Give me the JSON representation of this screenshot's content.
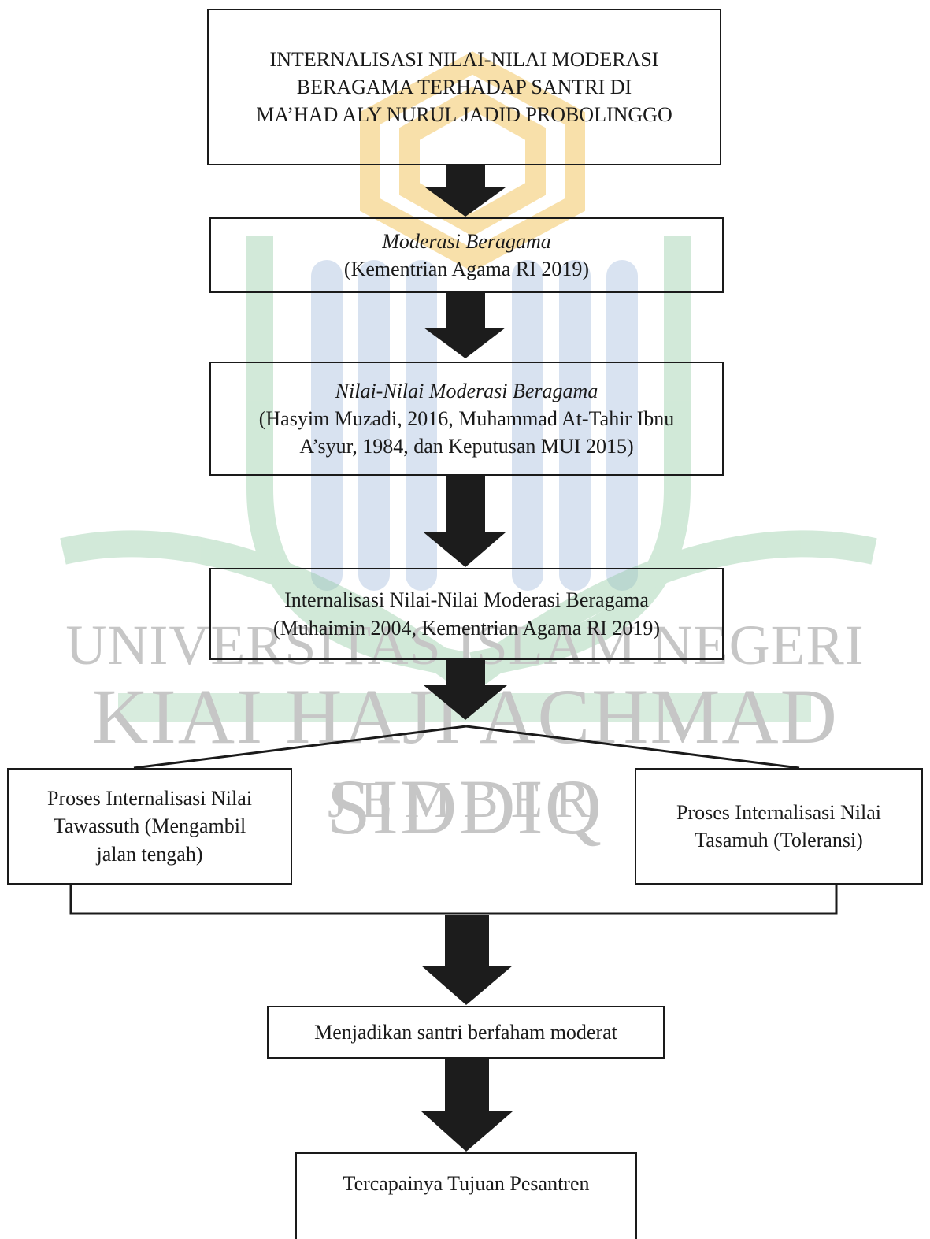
{
  "watermark": {
    "line1": "UNIVERSITAS ISLAM NEGERI",
    "line2": "KIAI HAJI ACHMAD SIDDIQ",
    "line3": "JEMBER",
    "colors": {
      "gold": "#f3c766",
      "green": "#8fc9a0",
      "blue": "#9fb8dc",
      "text": "#c9c9c9"
    }
  },
  "boxes": {
    "title": {
      "line1": "INTERNALISASI NILAI-NILAI MODERASI",
      "line2": "BERAGAMA TERHADAP SANTRI DI",
      "line3": "MA’HAD ALY NURUL JADID PROBOLINGGO"
    },
    "moderasi": {
      "line1": "Moderasi Beragama",
      "line2": "(Kementrian Agama RI 2019)"
    },
    "nilai": {
      "line1": "Nilai-Nilai Moderasi Beragama",
      "line2": "(Hasyim Muzadi, 2016, Muhammad At-Tahir Ibnu",
      "line3": "A’syur, 1984, dan Keputusan MUI 2015)"
    },
    "internalisasi": {
      "line1": "Internalisasi Nilai-Nilai Moderasi Beragama",
      "line2": "(Muhaimin 2004, Kementrian Agama RI 2019)"
    },
    "tawassuth": {
      "line1": "Proses Internalisasi Nilai",
      "line2": "Tawassuth (Mengambil",
      "line3": "jalan tengah)"
    },
    "tasamuh": {
      "line1": "Proses Internalisasi Nilai",
      "line2": "Tasamuh (Toleransi)"
    },
    "moderat": {
      "line1": "Menjadikan santri berfaham moderat"
    },
    "tujuan": {
      "line1": "Tercapainya Tujuan Pesantren"
    }
  },
  "colors": {
    "arrow": "#1c1c1c",
    "line": "#1a1a1a"
  }
}
